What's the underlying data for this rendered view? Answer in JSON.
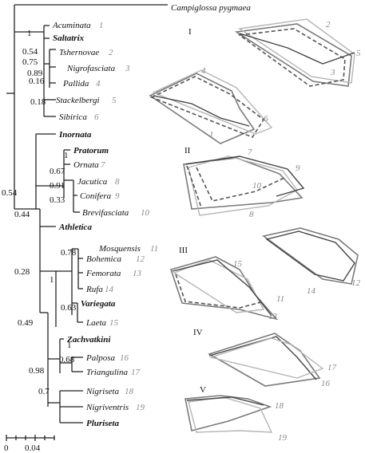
{
  "outgroup": "Campiglossa pygmaea",
  "taxa": [
    {
      "id": "acuminata",
      "label": "Acuminata",
      "index": "1"
    },
    {
      "id": "saltatrix",
      "label": "Saltatrix",
      "index": ""
    },
    {
      "id": "tshernovae",
      "label": "Tshernovae",
      "index": "2"
    },
    {
      "id": "nigrofasciata",
      "label": "Nigrofasciata",
      "index": "3"
    },
    {
      "id": "pallida",
      "label": "Pallida",
      "index": "4"
    },
    {
      "id": "stackelbergi",
      "label": "Stackelbergi",
      "index": "5"
    },
    {
      "id": "sibirica",
      "label": "Sibirica",
      "index": "6"
    },
    {
      "id": "inornata",
      "label": "Inornata",
      "index": ""
    },
    {
      "id": "pratorum",
      "label": "Pratorum",
      "index": ""
    },
    {
      "id": "ornata",
      "label": "Ornata",
      "index": "7"
    },
    {
      "id": "jacutica",
      "label": "Jacutica",
      "index": "8"
    },
    {
      "id": "conifera",
      "label": "Conifera",
      "index": "9"
    },
    {
      "id": "brevifasciata",
      "label": "Brevifasciata",
      "index": "10"
    },
    {
      "id": "athletica",
      "label": "Athletica",
      "index": ""
    },
    {
      "id": "mosquensis",
      "label": "Mosquensis",
      "index": "11"
    },
    {
      "id": "bohemica",
      "label": "Bohemica",
      "index": "12"
    },
    {
      "id": "femorata",
      "label": "Femorata",
      "index": "13"
    },
    {
      "id": "rufa",
      "label": "Rufa",
      "index": "14"
    },
    {
      "id": "variegata",
      "label": "Variegata",
      "index": ""
    },
    {
      "id": "laeta",
      "label": "Laeta",
      "index": "15"
    },
    {
      "id": "zachvatkini",
      "label": "Zachvatkini",
      "index": ""
    },
    {
      "id": "palposa",
      "label": "Palposa",
      "index": "16"
    },
    {
      "id": "triangulina",
      "label": "Triangulina",
      "index": "17"
    },
    {
      "id": "nigriseta",
      "label": "Nigriseta",
      "index": "18"
    },
    {
      "id": "nigriventris",
      "label": "Nigriventris",
      "index": "19"
    },
    {
      "id": "pluriseta",
      "label": "Pluriseta",
      "index": ""
    }
  ],
  "support": {
    "s1": "1",
    "s054a": "0.54",
    "s075": "0.75",
    "s089": "0.89",
    "s016": "0.16",
    "s018": "0.18",
    "s054b": "0.54",
    "s044": "0.44",
    "s1b": "1",
    "s067": "0.67",
    "s091": "0.91",
    "s033": "0.33",
    "s028": "0.28",
    "s078": "0.78",
    "s1c": "1",
    "s063": "0.63",
    "s049": "0.49",
    "s1d": "1",
    "s068": "0.68",
    "s098": "0.98",
    "s07": "0.7"
  },
  "groups": [
    "I",
    "II",
    "III",
    "IV",
    "V"
  ],
  "shape_labels": {
    "g1": [
      "2",
      "5",
      "3",
      "4",
      "1",
      "6"
    ],
    "g2": [
      "7",
      "9",
      "10",
      "8"
    ],
    "g3": [
      "15",
      "11",
      "13",
      "14",
      "12"
    ],
    "g4": [
      "17",
      "16"
    ],
    "g5": [
      "18",
      "19"
    ]
  },
  "scale": {
    "ticks": [
      "0",
      "0.04"
    ]
  }
}
